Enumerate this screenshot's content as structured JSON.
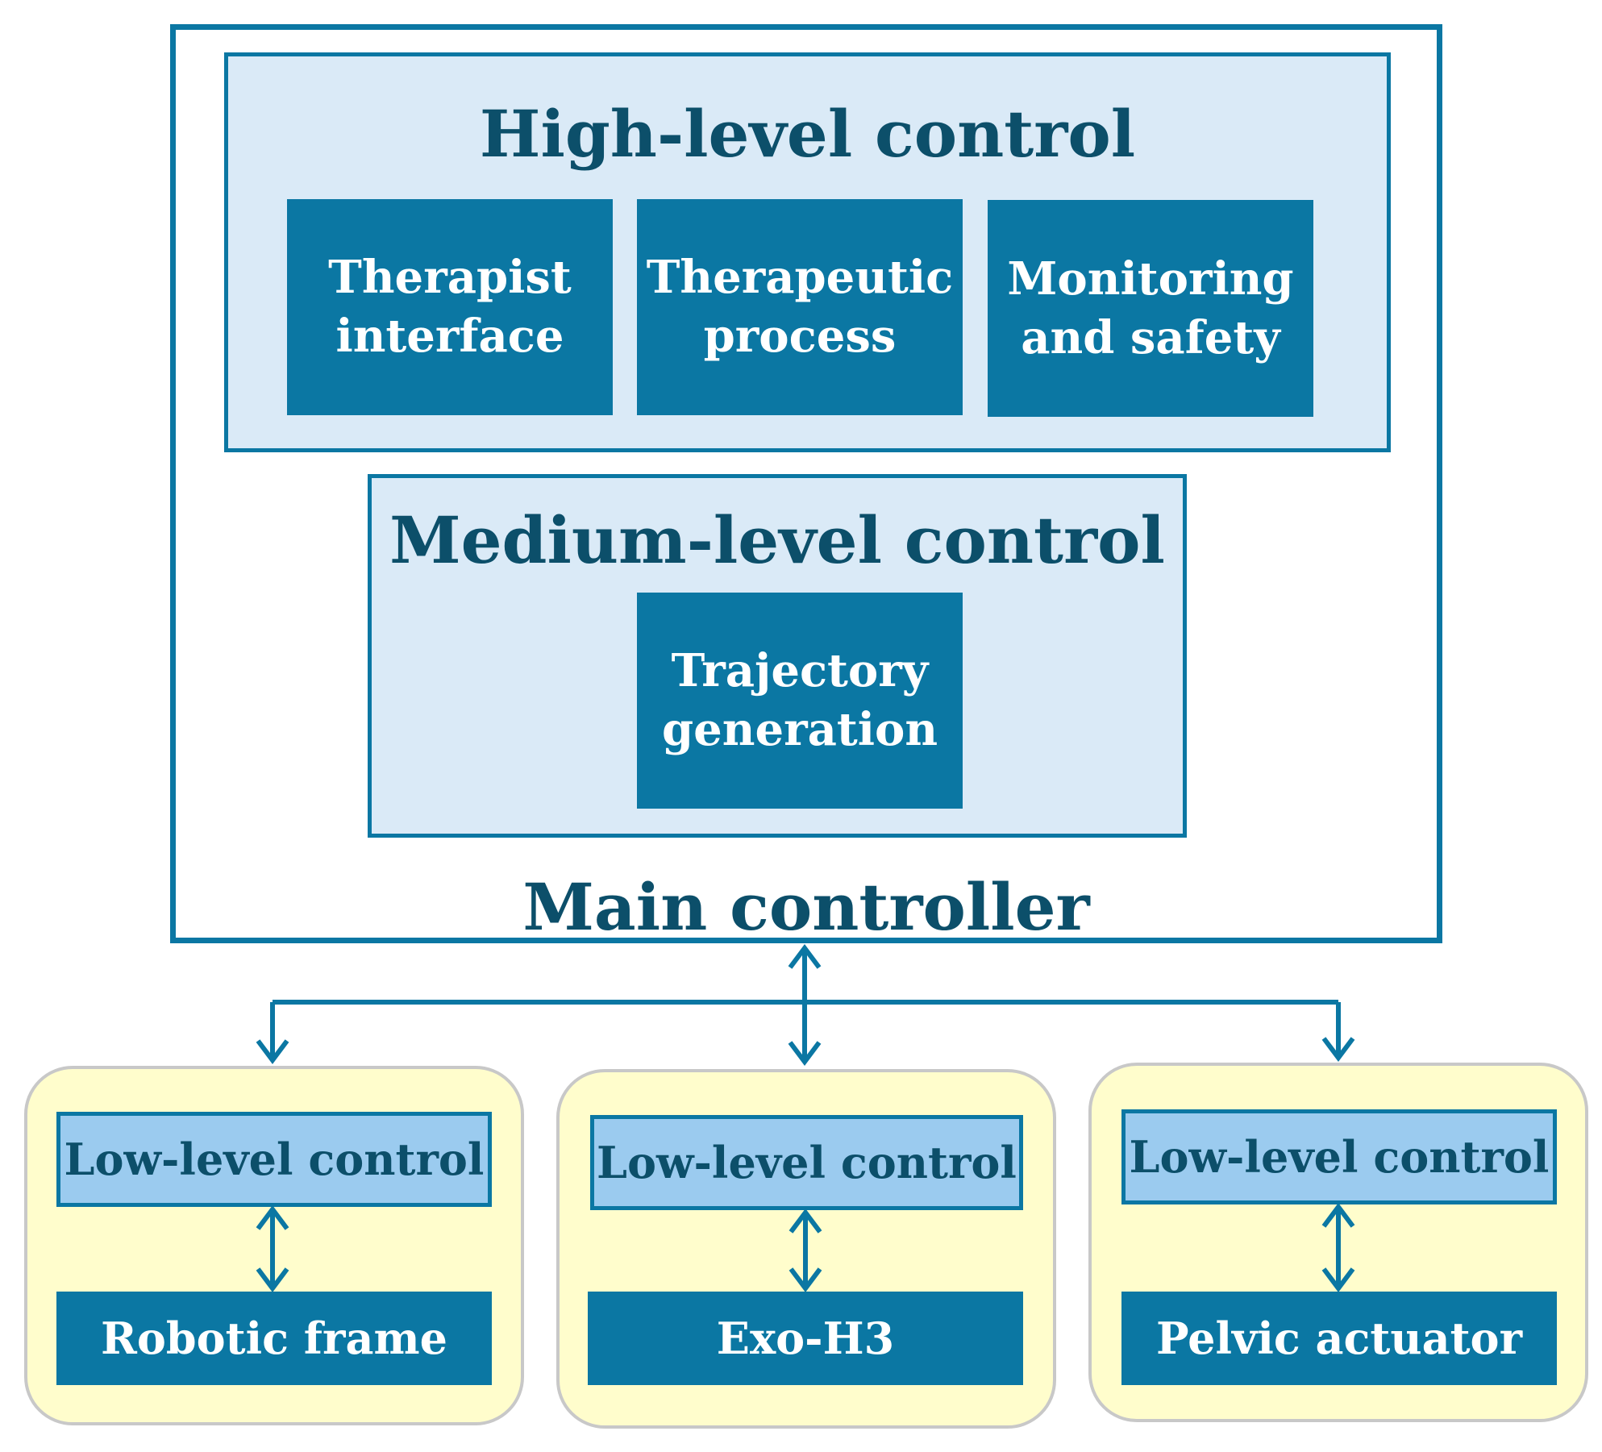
{
  "colors": {
    "frame_border": "#0B77A3",
    "panel_fill": "#DAEAF7",
    "dark_box_fill": "#0B77A3",
    "title_text": "#0C4F6A",
    "low_box_fill": "#9BCBEF",
    "module_fill": "#FFFDCC",
    "module_border": "#C8C8C8"
  },
  "main_controller": {
    "title": "Main controller",
    "high_level": {
      "title": "High-level control",
      "blocks": [
        {
          "label": "Therapist\ninterface"
        },
        {
          "label": "Therapeutic\nprocess"
        },
        {
          "label": "Monitoring\nand safety"
        }
      ]
    },
    "medium_level": {
      "title": "Medium-level control",
      "blocks": [
        {
          "label": "Trajectory\ngeneration"
        }
      ]
    }
  },
  "modules": [
    {
      "low_level_label": "Low-level control",
      "device_label": "Robotic frame"
    },
    {
      "low_level_label": "Low-level control",
      "device_label": "Exo-H3"
    },
    {
      "low_level_label": "Low-level control",
      "device_label": "Pelvic actuator"
    }
  ],
  "connectors": {
    "main_to_modules": "bidirectional",
    "low_level_to_device": "bidirectional"
  }
}
